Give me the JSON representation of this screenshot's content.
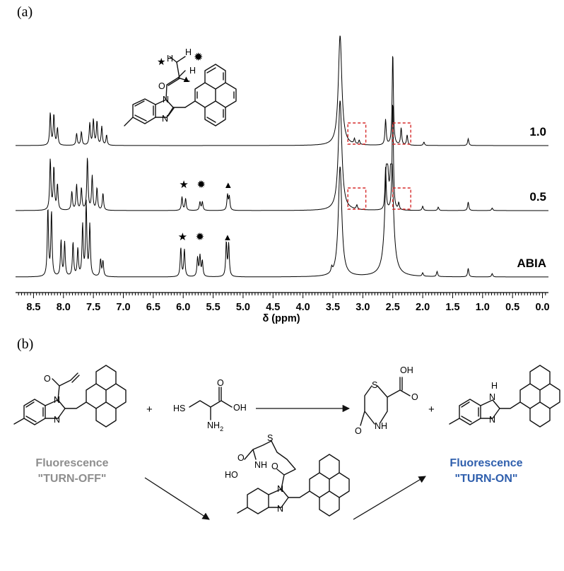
{
  "panel_a_label": "(a)",
  "panel_b_label": "(b)",
  "chart_data": {
    "type": "line",
    "title": "",
    "xlabel": "δ (ppm)",
    "ylabel": "",
    "xlim": [
      8.8,
      -0.1
    ],
    "x_reversed": true,
    "x_ticks": [
      "8.5",
      "8.0",
      "7.5",
      "7.0",
      "6.5",
      "6.0",
      "5.5",
      "5.0",
      "4.5",
      "4.0",
      "3.5",
      "3.0",
      "2.5",
      "2.0",
      "1.5",
      "1.0",
      "0.5",
      "0.0"
    ],
    "grid": false,
    "series": [
      {
        "name": "1.0",
        "peaks": [
          {
            "ppm": 8.22,
            "height": 0.38
          },
          {
            "ppm": 8.16,
            "height": 0.36
          },
          {
            "ppm": 8.1,
            "height": 0.2
          },
          {
            "ppm": 7.78,
            "height": 0.14
          },
          {
            "ppm": 7.7,
            "height": 0.16
          },
          {
            "ppm": 7.56,
            "height": 0.26
          },
          {
            "ppm": 7.5,
            "height": 0.3
          },
          {
            "ppm": 7.44,
            "height": 0.28
          },
          {
            "ppm": 7.36,
            "height": 0.22
          },
          {
            "ppm": 7.28,
            "height": 0.12
          },
          {
            "ppm": 3.38,
            "height": 1.3,
            "saturated": true
          },
          {
            "ppm": 3.14,
            "height": 0.06
          },
          {
            "ppm": 3.06,
            "height": 0.05
          },
          {
            "ppm": 2.62,
            "height": 0.3
          },
          {
            "ppm": 2.5,
            "height": 1.1
          },
          {
            "ppm": 2.36,
            "height": 0.2
          },
          {
            "ppm": 2.26,
            "height": 0.12
          },
          {
            "ppm": 1.98,
            "height": 0.04
          },
          {
            "ppm": 1.24,
            "height": 0.08
          }
        ]
      },
      {
        "name": "0.5",
        "peaks": [
          {
            "ppm": 8.22,
            "height": 0.6
          },
          {
            "ppm": 8.16,
            "height": 0.5
          },
          {
            "ppm": 8.1,
            "height": 0.3
          },
          {
            "ppm": 7.86,
            "height": 0.22
          },
          {
            "ppm": 7.78,
            "height": 0.3
          },
          {
            "ppm": 7.7,
            "height": 0.26
          },
          {
            "ppm": 7.6,
            "height": 0.62
          },
          {
            "ppm": 7.52,
            "height": 0.4
          },
          {
            "ppm": 7.44,
            "height": 0.26
          },
          {
            "ppm": 7.34,
            "height": 0.2
          },
          {
            "ppm": 6.02,
            "height": 0.16
          },
          {
            "ppm": 5.96,
            "height": 0.14
          },
          {
            "ppm": 5.72,
            "height": 0.1
          },
          {
            "ppm": 5.68,
            "height": 0.1
          },
          {
            "ppm": 5.26,
            "height": 0.18
          },
          {
            "ppm": 5.23,
            "height": 0.16
          },
          {
            "ppm": 3.38,
            "height": 1.3,
            "saturated": true
          },
          {
            "ppm": 3.1,
            "height": 0.05
          },
          {
            "ppm": 2.62,
            "height": 0.5
          },
          {
            "ppm": 2.5,
            "height": 1.3
          },
          {
            "ppm": 2.4,
            "height": 0.08
          },
          {
            "ppm": 2.0,
            "height": 0.05
          },
          {
            "ppm": 1.74,
            "height": 0.04
          },
          {
            "ppm": 1.24,
            "height": 0.1
          },
          {
            "ppm": 0.84,
            "height": 0.03
          }
        ]
      },
      {
        "name": "ABIA",
        "peaks": [
          {
            "ppm": 8.26,
            "height": 0.8
          },
          {
            "ppm": 8.2,
            "height": 0.76
          },
          {
            "ppm": 8.04,
            "height": 0.42
          },
          {
            "ppm": 7.98,
            "height": 0.4
          },
          {
            "ppm": 7.84,
            "height": 0.4
          },
          {
            "ppm": 7.76,
            "height": 0.32
          },
          {
            "ppm": 7.68,
            "height": 0.6
          },
          {
            "ppm": 7.62,
            "height": 0.86
          },
          {
            "ppm": 7.56,
            "height": 0.6
          },
          {
            "ppm": 7.38,
            "height": 0.2
          },
          {
            "ppm": 7.34,
            "height": 0.18
          },
          {
            "ppm": 6.04,
            "height": 0.34
          },
          {
            "ppm": 5.98,
            "height": 0.32
          },
          {
            "ppm": 5.76,
            "height": 0.22
          },
          {
            "ppm": 5.72,
            "height": 0.24
          },
          {
            "ppm": 5.68,
            "height": 0.18
          },
          {
            "ppm": 5.28,
            "height": 0.4
          },
          {
            "ppm": 5.24,
            "height": 0.38
          },
          {
            "ppm": 3.52,
            "height": 0.06
          },
          {
            "ppm": 3.38,
            "height": 1.3,
            "saturated": true
          },
          {
            "ppm": 2.6,
            "height": 1.3,
            "saturated": true
          },
          {
            "ppm": 2.52,
            "height": 1.3,
            "saturated": true
          },
          {
            "ppm": 2.0,
            "height": 0.04
          },
          {
            "ppm": 1.76,
            "height": 0.06
          },
          {
            "ppm": 1.24,
            "height": 0.1
          },
          {
            "ppm": 0.84,
            "height": 0.04
          }
        ]
      }
    ],
    "markers": [
      {
        "series": "0.5",
        "symbol": "★",
        "ppm": 5.99
      },
      {
        "series": "0.5",
        "symbol": "✹",
        "ppm": 5.7
      },
      {
        "series": "0.5",
        "symbol": "▲",
        "ppm": 5.25
      },
      {
        "series": "ABIA",
        "symbol": "★",
        "ppm": 6.01
      },
      {
        "series": "ABIA",
        "symbol": "✹",
        "ppm": 5.72
      },
      {
        "series": "ABIA",
        "symbol": "▲",
        "ppm": 5.26
      }
    ],
    "highlight_boxes": [
      {
        "series": "1.0",
        "ppm_range": [
          3.25,
          2.95
        ]
      },
      {
        "series": "1.0",
        "ppm_range": [
          2.5,
          2.2
        ]
      },
      {
        "series": "0.5",
        "ppm_range": [
          3.25,
          2.95
        ]
      },
      {
        "series": "0.5",
        "ppm_range": [
          2.5,
          2.2
        ]
      }
    ]
  },
  "structure_atoms": {
    "H": "H",
    "O": "O",
    "N": "N",
    "S": "S",
    "OH": "OH",
    "HS": "HS",
    "NH2": "NH",
    "NH2_sub": "2",
    "NH": "NH",
    "HO": "HO"
  },
  "marker_symbols": {
    "star": "★",
    "burst": "✹",
    "triangle": "▲"
  },
  "scheme": {
    "plus": "+",
    "off_line1": "Fluorescence",
    "off_line2": "\"TURN-OFF\"",
    "on_line1": "Fluorescence",
    "on_line2": "\"TURN-ON\""
  }
}
